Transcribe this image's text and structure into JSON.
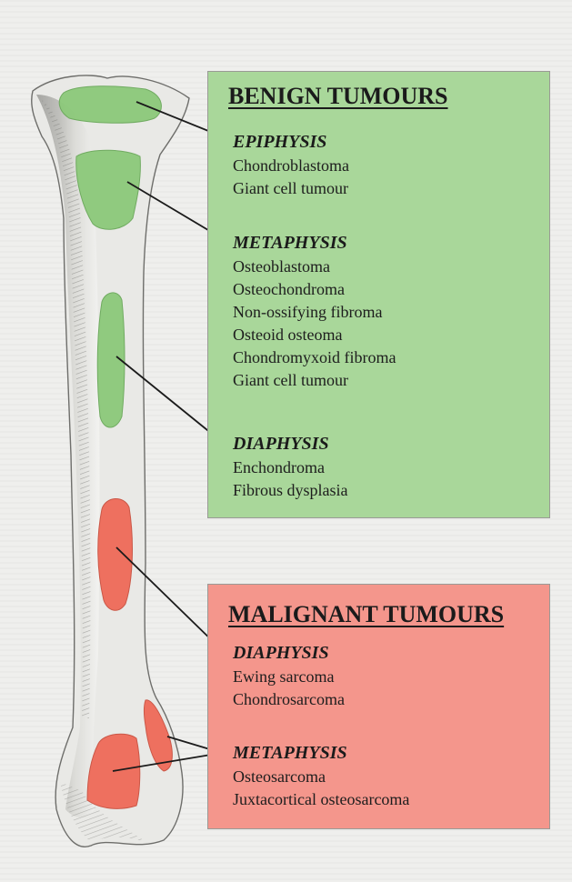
{
  "benign": {
    "title": "BENIGN TUMOURS",
    "color": "#a9d79a",
    "sections": [
      {
        "region": "EPIPHYSIS",
        "items": [
          "Chondroblastoma",
          "Giant cell tumour"
        ]
      },
      {
        "region": "METAPHYSIS",
        "items": [
          "Osteoblastoma",
          "Osteochondroma",
          "Non-ossifying fibroma",
          "Osteoid osteoma",
          "Chondromyxoid fibroma",
          "Giant cell tumour"
        ]
      },
      {
        "region": "DIAPHYSIS",
        "items": [
          "Enchondroma",
          "Fibrous dysplasia"
        ]
      }
    ]
  },
  "malignant": {
    "title": "MALIGNANT TUMOURS",
    "color": "#f4968c",
    "sections": [
      {
        "region": "DIAPHYSIS",
        "items": [
          "Ewing sarcoma",
          "Chondrosarcoma"
        ]
      },
      {
        "region": "METAPHYSIS",
        "items": [
          "Osteosarcoma",
          "Juxtacortical osteosarcoma"
        ]
      }
    ]
  },
  "colors": {
    "benign_region": "#8cc97a",
    "malignant_region": "#ef6a58",
    "bone_fill": "#e9e9e6",
    "bone_shade": "#8f8f8c",
    "leader_line": "#1b1b1b"
  }
}
